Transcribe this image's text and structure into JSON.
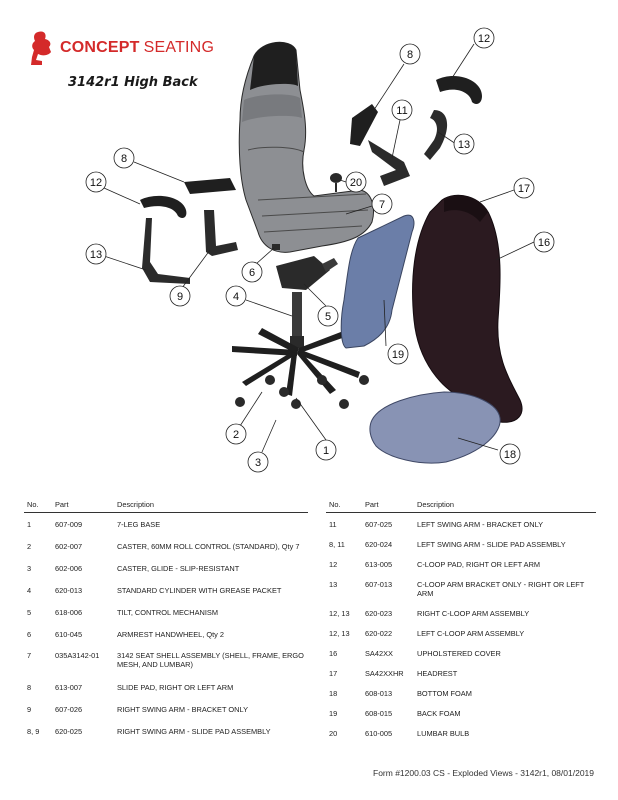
{
  "brand": {
    "name_bold": "CONCEPT",
    "name_light": "SEATING",
    "color": "#d42a2a"
  },
  "title": "3142r1 High Back",
  "callouts": [
    "1",
    "2",
    "3",
    "4",
    "5",
    "6",
    "7",
    "8",
    "8",
    "9",
    "11",
    "12",
    "12",
    "13",
    "13",
    "16",
    "17",
    "18",
    "19",
    "20"
  ],
  "table_headers": {
    "no": "No.",
    "part": "Part",
    "description": "Description"
  },
  "parts_left": [
    {
      "no": "1",
      "part": "607-009",
      "description": "7-LEG BASE"
    },
    {
      "no": "2",
      "part": "602-007",
      "description": "CASTER, 60MM ROLL CONTROL (STANDARD), Qty 7"
    },
    {
      "no": "3",
      "part": "602-006",
      "description": "CASTER, GLIDE - SLIP-RESISTANT"
    },
    {
      "no": "4",
      "part": "620-013",
      "description": "STANDARD CYLINDER WITH GREASE PACKET"
    },
    {
      "no": "5",
      "part": "618-006",
      "description": "TILT, CONTROL MECHANISM"
    },
    {
      "no": "6",
      "part": "610-045",
      "description": "ARMREST HANDWHEEL, Qty 2"
    },
    {
      "no": "7",
      "part": "035A3142-01",
      "description": "3142 SEAT SHELL ASSEMBLY (SHELL, FRAME, ERGO MESH, AND LUMBAR)"
    },
    {
      "no": "8",
      "part": "613-007",
      "description": "SLIDE PAD, RIGHT OR LEFT ARM"
    },
    {
      "no": "9",
      "part": "607-026",
      "description": "RIGHT SWING ARM - BRACKET ONLY"
    },
    {
      "no": "8, 9",
      "part": "620-025",
      "description": "RIGHT SWING ARM - SLIDE PAD ASSEMBLY"
    }
  ],
  "parts_right": [
    {
      "no": "11",
      "part": "607-025",
      "description": "LEFT SWING ARM - BRACKET ONLY"
    },
    {
      "no": "8, 11",
      "part": "620-024",
      "description": "LEFT SWING ARM - SLIDE PAD ASSEMBLY"
    },
    {
      "no": "12",
      "part": "613-005",
      "description": "C-LOOP PAD, RIGHT OR LEFT ARM"
    },
    {
      "no": "13",
      "part": "607-013",
      "description": "C-LOOP ARM BRACKET ONLY - RIGHT OR LEFT ARM"
    },
    {
      "no": "12, 13",
      "part": "620-023",
      "description": "RIGHT C-LOOP ARM ASSEMBLY"
    },
    {
      "no": "12, 13",
      "part": "620-022",
      "description": "LEFT C-LOOP ARM ASSEMBLY"
    },
    {
      "no": "16",
      "part": "SA42XX",
      "description": "UPHOLSTERED COVER"
    },
    {
      "no": "17",
      "part": "SA42XXHR",
      "description": "HEADREST"
    },
    {
      "no": "18",
      "part": "608-013",
      "description": "BOTTOM FOAM"
    },
    {
      "no": "19",
      "part": "608-015",
      "description": "BACK FOAM"
    },
    {
      "no": "20",
      "part": "610-005",
      "description": "LUMBAR BULB"
    }
  ],
  "footer": "Form #1200.03 CS - Exploded Views - 3142r1, 08/01/2019",
  "colors": {
    "shell_gray": "#8d8f93",
    "upholstery": "#2b1a20",
    "foam_blue": "#6b7ea8",
    "bottom_foam": "#8893b4",
    "text": "#1a1a1a"
  }
}
